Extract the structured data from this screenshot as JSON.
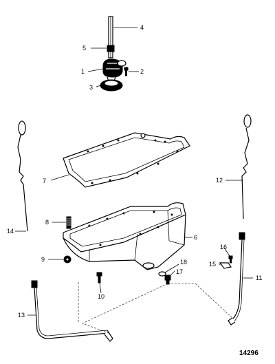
{
  "callouts": [
    "1",
    "2",
    "3",
    "4",
    "5",
    "6",
    "7",
    "8",
    "9",
    "10",
    "11",
    "12",
    "13",
    "14",
    "15",
    "16",
    "17",
    "18"
  ],
  "reference_number": "14296"
}
